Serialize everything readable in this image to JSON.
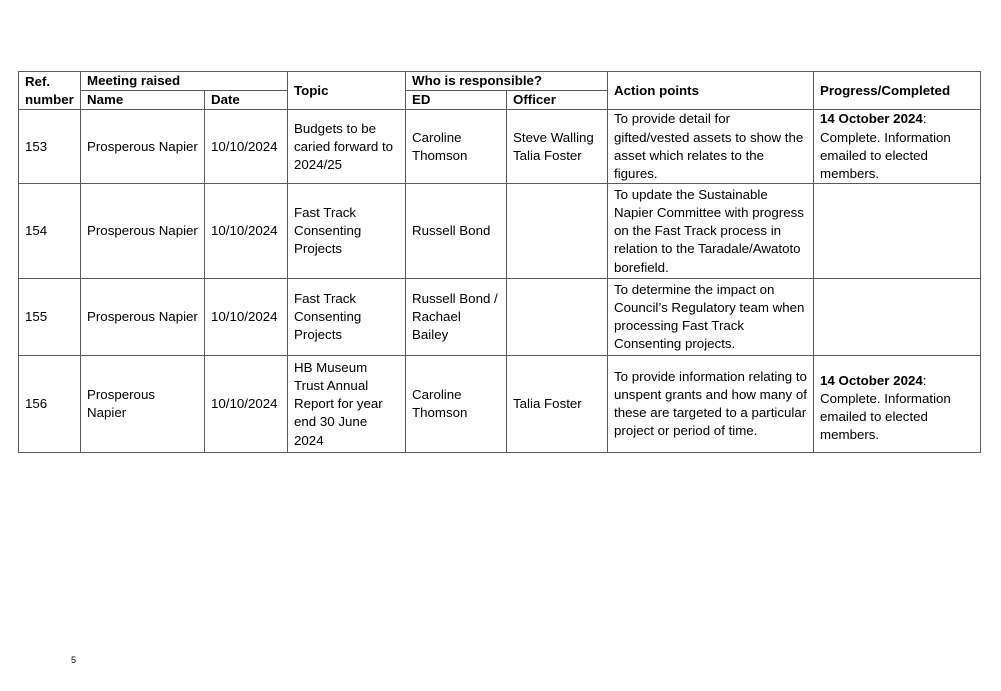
{
  "table": {
    "headers": {
      "ref_line1": "Ref.",
      "ref_line2": "number",
      "meeting_raised": "Meeting raised",
      "name": "Name",
      "date": "Date",
      "topic": "Topic",
      "who_responsible": "Who is responsible?",
      "ed": "ED",
      "officer": "Officer",
      "action_points": "Action points",
      "progress": "Progress/Completed"
    },
    "rows": [
      {
        "ref": "153",
        "name": "Prosperous Napier",
        "date": "10/10/2024",
        "topic": "Budgets to be caried forward to 2024/25",
        "ed": "Caroline Thomson",
        "officer_line1": "Steve Walling",
        "officer_line2": "Talia Foster",
        "action": "To provide detail for gifted/vested assets to show the asset which relates to the figures.",
        "progress_date": "14 October 2024",
        "progress_text": ": Complete. Information emailed to elected members."
      },
      {
        "ref": "154",
        "name": "Prosperous Napier",
        "date": "10/10/2024",
        "topic": "Fast Track Consenting Projects",
        "ed": "Russell Bond",
        "officer_line1": "",
        "officer_line2": "",
        "action": "To update the Sustainable Napier Committee with progress on the Fast Track process in relation to the Taradale/Awatoto borefield.",
        "progress_date": "",
        "progress_text": ""
      },
      {
        "ref": "155",
        "name": "Prosperous Napier",
        "date": "10/10/2024",
        "topic": "Fast Track Consenting Projects",
        "ed": "Russell Bond / Rachael Bailey",
        "officer_line1": "",
        "officer_line2": "",
        "action": "To determine the impact on Council’s Regulatory team when processing Fast Track Consenting projects.",
        "progress_date": "",
        "progress_text": ""
      },
      {
        "ref": "156",
        "name_line1": "Prosperous",
        "name_line2": "Napier",
        "date": "10/10/2024",
        "topic": "HB Museum Trust Annual Report for year end 30 June 2024",
        "ed": "Caroline Thomson",
        "officer_line1": "Talia Foster",
        "officer_line2": "",
        "action": "To provide information relating to unspent grants and how many of these are targeted to a particular project or period of time.",
        "progress_date": "14 October 2024",
        "progress_text": ": Complete. Information emailed to elected members."
      }
    ]
  },
  "page": {
    "number": "5"
  }
}
